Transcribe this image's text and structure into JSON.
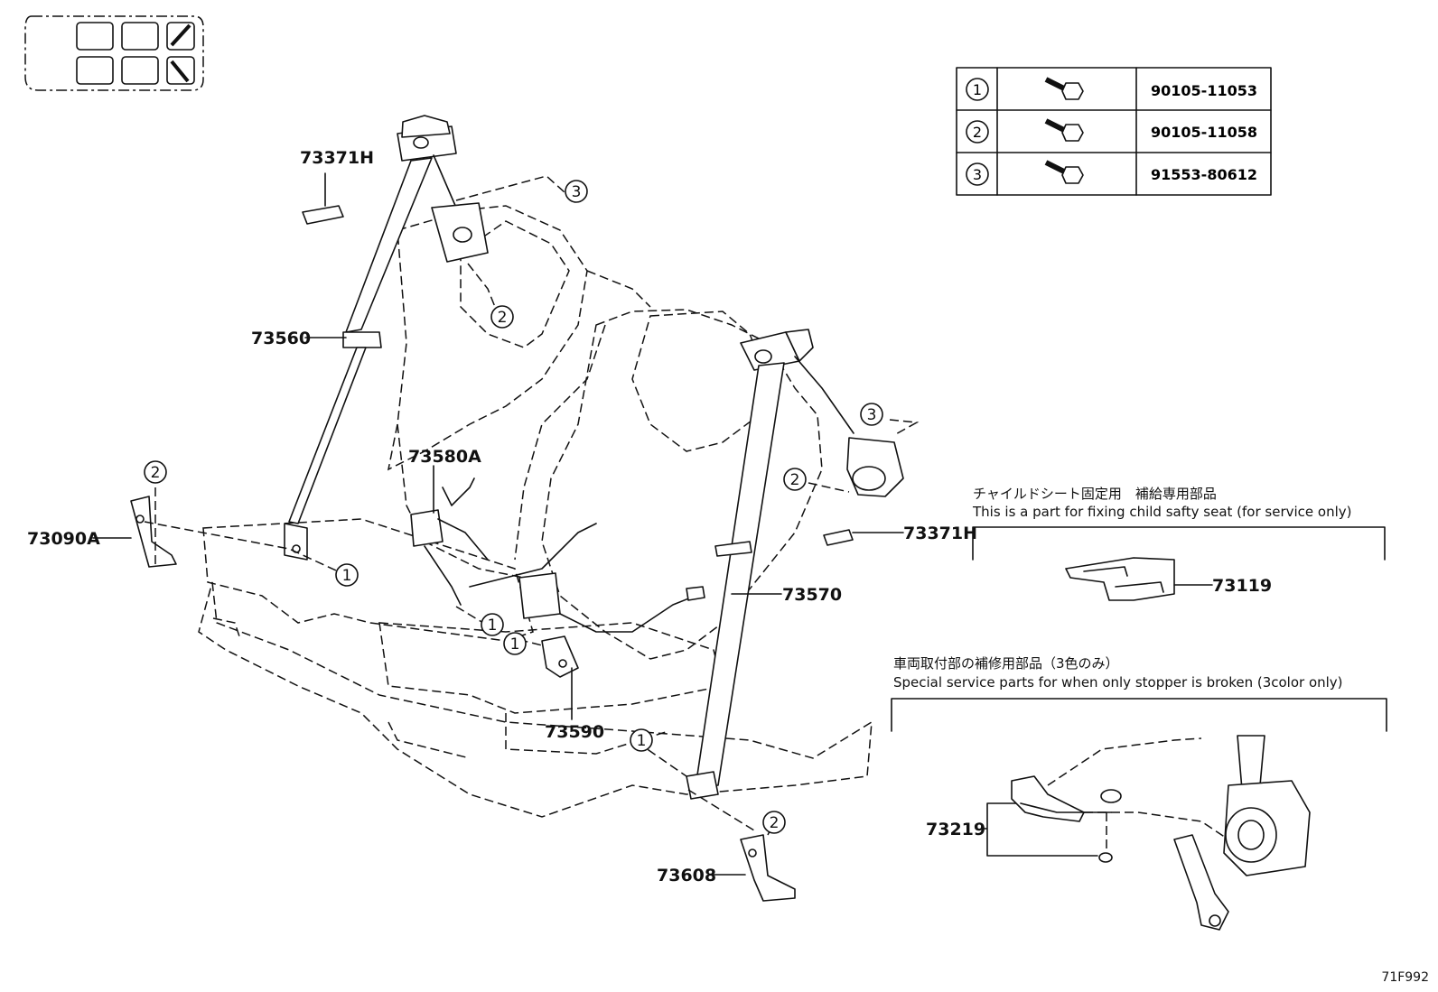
{
  "fastener_table": [
    {
      "ref": "1",
      "part_no": "90105-11053"
    },
    {
      "ref": "2",
      "part_no": "90105-11058"
    },
    {
      "ref": "3",
      "part_no": "91553-80612"
    }
  ],
  "callouts": {
    "c_73371H_top": "73371H",
    "c_73560": "73560",
    "c_73580A": "73580A",
    "c_73090A": "73090A",
    "c_73590": "73590",
    "c_73570": "73570",
    "c_73371H_right": "73371H",
    "c_73608": "73608",
    "c_73119": "73119",
    "c_73219": "73219"
  },
  "refs": {
    "r1": "1",
    "r2": "2",
    "r3": "3"
  },
  "notes": {
    "child_seat_jp": "チャイルドシート固定用　補給専用部品",
    "child_seat_en": "This is a part for fixing child safty seat (for service only)",
    "stopper_jp": "車両取付部の補修用部品（3色のみ）",
    "stopper_en": "Special service parts for when only stopper is broken (3color only)"
  },
  "figure_code": "71F992"
}
